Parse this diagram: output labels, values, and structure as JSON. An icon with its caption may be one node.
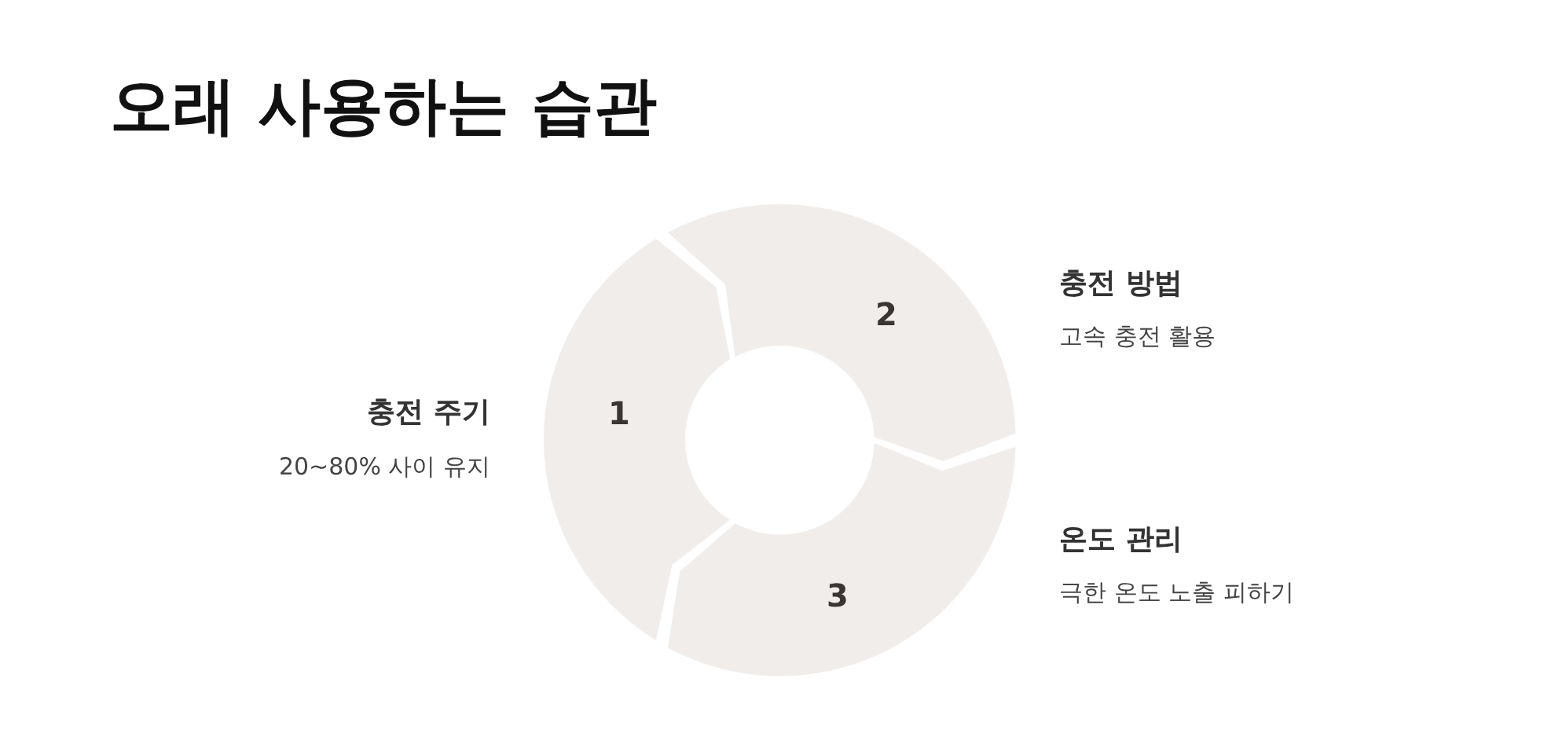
{
  "diagram": {
    "title": "오래 사용하는 습관",
    "nodes": [
      {
        "text": [
          "1"
        ],
        "beside": [
          "충전 주기",
          "20~80% 사이 유지"
        ]
      },
      {
        "text": [
          "2"
        ],
        "beside": [
          "충전 방법",
          "고속 충전 활용"
        ]
      },
      {
        "text": [
          "3"
        ],
        "beside": [
          "온도 관리",
          "극한 온도 노출 피하기"
        ]
      }
    ]
  }
}
